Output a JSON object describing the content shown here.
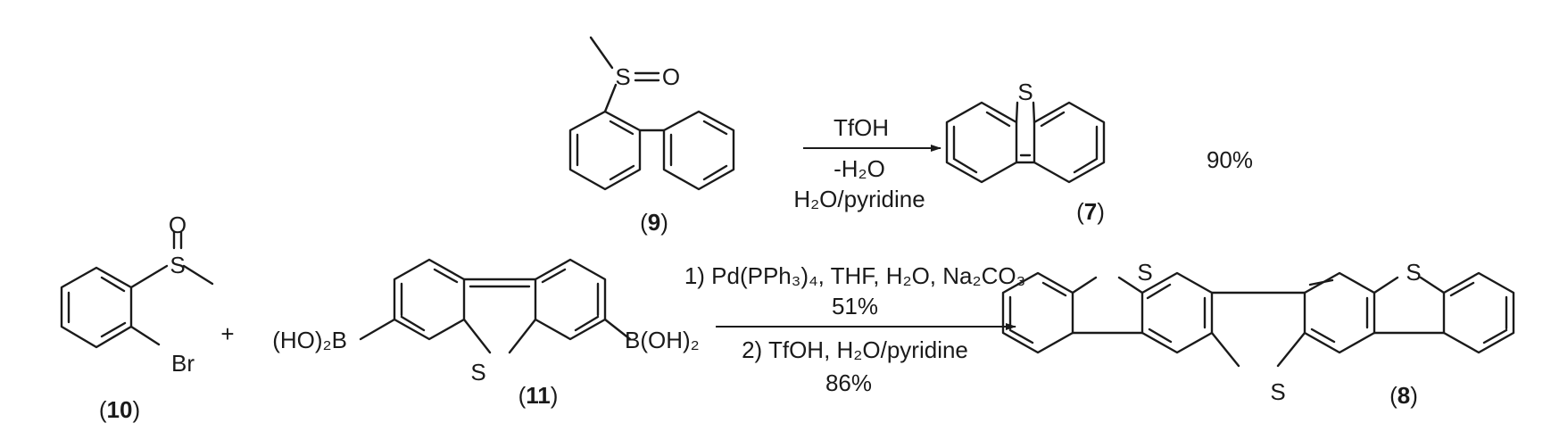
{
  "scheme": {
    "reaction1": {
      "reactant_label": "9",
      "reactant_atoms": {
        "S": "S",
        "O": "O"
      },
      "conditions": [
        "TfOH",
        "-H₂O",
        "H₂O/pyridine"
      ],
      "product_label": "7",
      "product_atoms": {
        "S": "S"
      },
      "yield": "90%"
    },
    "reaction2": {
      "reactant_a_label": "10",
      "reactant_a_atoms": {
        "O": "O",
        "S": "S",
        "Br": "Br"
      },
      "plus": "+",
      "reactant_b_label": "11",
      "reactant_b_atoms": {
        "left_group": "(HO)₂B",
        "right_group": "B(OH)₂",
        "S": "S"
      },
      "step1": "1) Pd(PPh₃)₄, THF, H₂O, Na₂CO₃",
      "step1_yield": "51%",
      "step2": "2) TfOH, H₂O/pyridine",
      "step2_yield": "86%",
      "product_label": "8",
      "product_atoms": {
        "S_left": "S",
        "S_mid": "S",
        "S_right": "S"
      }
    }
  }
}
